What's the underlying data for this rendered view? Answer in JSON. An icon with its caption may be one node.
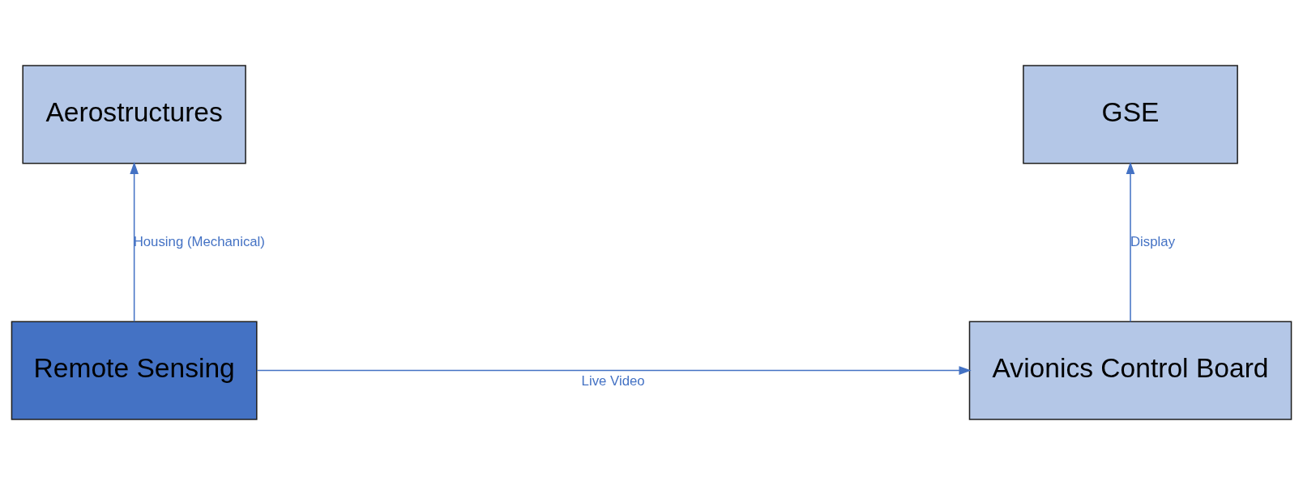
{
  "diagram": {
    "nodes": [
      {
        "text": [
          "Aerostructures"
        ]
      },
      {
        "text": [
          "GSE"
        ]
      },
      {
        "text": [
          "Remote Sensing"
        ]
      },
      {
        "text": [
          "Avionics Control Board"
        ]
      }
    ],
    "edges": [
      {
        "from": 2,
        "to": 0,
        "arrow": "to",
        "label": "Housing (Mechanical)"
      },
      {
        "from": 2,
        "to": 3,
        "arrow": "to",
        "label": "Live Video"
      },
      {
        "from": 3,
        "to": 1,
        "arrow": "to",
        "label": "Display"
      }
    ]
  }
}
